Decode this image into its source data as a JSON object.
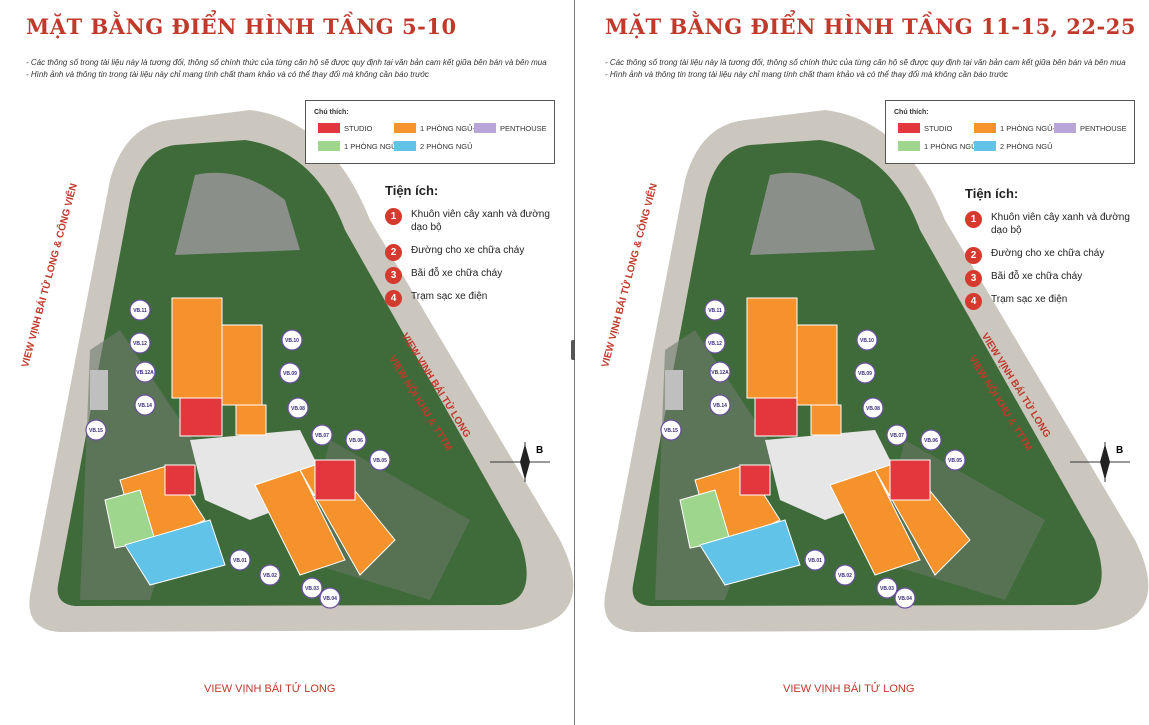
{
  "panels": [
    {
      "title": "MẶT BẰNG ĐIỂN HÌNH TẦNG 5-10",
      "title_color": "#c0392b",
      "notes": [
        "- Các thông số trong tài liệu này là tương đối, thông số chính thức của từng căn hộ sẽ được quy định tại văn bản cam kết giữa bên bán và bên mua",
        "- Hình ảnh và thông tin trong tài liệu này chỉ mang tính chất tham khảo và có thể thay đổi mà không cần báo trước"
      ],
      "legend_title": "Chú thích:",
      "legend": [
        {
          "label": "STUDIO",
          "color": "#e2373c"
        },
        {
          "label": "1 PHÒNG NGỦ+",
          "color": "#f5922c"
        },
        {
          "label": "PENTHOUSE",
          "color": "#b9a6d9"
        },
        {
          "label": "1 PHÒNG NGỦ",
          "color": "#9fd68d"
        },
        {
          "label": "2 PHÒNG NGỦ",
          "color": "#62c3e8"
        }
      ],
      "amenities_title": "Tiện ích:",
      "amenities": [
        {
          "num": "1",
          "text": "Khuôn viên cây xanh và đường dạo bộ"
        },
        {
          "num": "2",
          "text": "Đường cho xe chữa cháy"
        },
        {
          "num": "3",
          "text": "Bãi đỗ xe chữa cháy"
        },
        {
          "num": "4",
          "text": "Trạm sạc xe điện"
        }
      ],
      "view_left": "VIEW VỊNH BÁI TỬ LONG & CÔNG VIÊN",
      "view_right_1": "VIEW VỊNH BÁI TỬ LONG",
      "view_right_2": "VIEW NỘI KHU & TTTM",
      "view_bottom": "VIEW VỊNH BÁI TỬ LONG",
      "compass": "B",
      "units": [
        "VB.11",
        "VB.12",
        "VB.12A",
        "VB.14",
        "VB.15",
        "VB.10",
        "VB.09",
        "VB.08",
        "VB.07",
        "VB.06",
        "VB.05",
        "VB.01",
        "VB.02",
        "VB.03",
        "VB.04"
      ]
    },
    {
      "title": "MẶT BẰNG ĐIỂN HÌNH TẦNG 11-15, 22-25",
      "title_color": "#c0392b",
      "notes": [
        "- Các thông số trong tài liệu này là tương đối, thông số chính thức của từng căn hộ sẽ được quy định tại văn bản cam kết giữa bên bán và bên mua",
        "- Hình ảnh và thông tin trong tài liệu này chỉ mang tính chất tham khảo và có thể thay đổi mà không cần báo trước"
      ],
      "legend_title": "Chú thích:",
      "legend": [
        {
          "label": "STUDIO",
          "color": "#e2373c"
        },
        {
          "label": "1 PHÒNG NGỦ+",
          "color": "#f5922c"
        },
        {
          "label": "PENTHOUSE",
          "color": "#b9a6d9"
        },
        {
          "label": "1 PHÒNG NGỦ",
          "color": "#9fd68d"
        },
        {
          "label": "2 PHÒNG NGỦ",
          "color": "#62c3e8"
        }
      ],
      "amenities_title": "Tiện ích:",
      "amenities": [
        {
          "num": "1",
          "text": "Khuôn viên cây xanh và đường dạo bộ"
        },
        {
          "num": "2",
          "text": "Đường cho xe chữa cháy"
        },
        {
          "num": "3",
          "text": "Bãi đỗ xe chữa cháy"
        },
        {
          "num": "4",
          "text": "Trạm sạc xe điện"
        }
      ],
      "view_left": "VIEW VỊNH BÁI TỬ LONG & CÔNG VIÊN",
      "view_right_1": "VIEW VỊNH BÁI TỬ LONG",
      "view_right_2": "VIEW NỘI KHU & TTTM",
      "view_bottom": "VIEW VỊNH BÁI TỬ LONG",
      "compass": "B",
      "units": [
        "VB.11",
        "VB.12",
        "VB.12A",
        "VB.14",
        "VB.15",
        "VB.10",
        "VB.09",
        "VB.08",
        "VB.07",
        "VB.06",
        "VB.05",
        "VB.01",
        "VB.02",
        "VB.03",
        "VB.04"
      ]
    }
  ]
}
